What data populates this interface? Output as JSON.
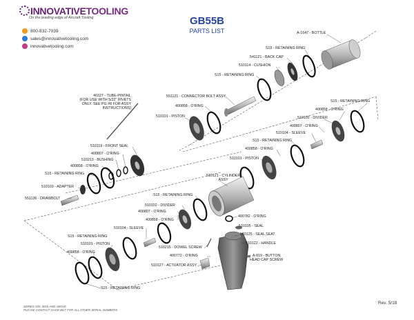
{
  "brand": {
    "name_a": "INNOVATIVE",
    "name_b": "TOOLING",
    "tagline": "On the leading edge of Aircraft Tooling",
    "phone": "800-832-7039",
    "email": "sales@innovativetooling.com",
    "website": "innovativetooling.com",
    "colors": {
      "primary": "#6a1f7a",
      "icon_orange": "#f39a1f",
      "icon_blue": "#2a7bd1",
      "icon_magenta": "#c43c8a"
    }
  },
  "title": "GB55B",
  "subtitle": "PARTS LIST",
  "labels": {
    "bottle": "A-1647 - BOTTLE",
    "rr_top": "S15 - RETAINING RING",
    "back_cap": "541121 - BACK CAP",
    "cushion": "510114 - CUSHION",
    "rr_2": "S15 - RETAINING RING",
    "connector_bolt": "551121 - CONNECTOR BOLT ASSY",
    "oring_1": "400858 - O'RING",
    "piston_1": "510101 - PISTON",
    "tube_pintail": "40327 - TUBE-PINTAIL",
    "tube_note1": "(FOR USE WITH 5/32\" RIVETS",
    "tube_note2": "ONLY. SEE PG #8 FOR ASSY",
    "tube_note3": "INSTRUCTIONS)",
    "rr_right": "S15 - RETAINING RING",
    "oring_r1": "400858 - O'RING",
    "divider_r": "510102 - DIVIDER",
    "oring_r2": "400807 - O'RING",
    "sleeve_r": "510104 - SLEEVE",
    "rr_mid": "S15 - RETAINING RING",
    "oring_m": "400858 - O'RING",
    "piston_m": "510101 - PISTON",
    "front_seal": "510119 - FRONT SEAL",
    "oring_f1": "400807 - O'RING",
    "bushing": "510213 - BUSHING",
    "oring_f2": "400858 - O'RING",
    "rr_f": "S15 - RETAINING RING",
    "adapter": "510103 - ADAPTER",
    "drawbolt": "551136 - DRAWBOLT",
    "cylinder1": "510121 - CYLINDER",
    "cylinder2": "ASSY",
    "rr_c": "S15 - RETAINING RING",
    "divider_c": "510102 - DIVIDER",
    "oring_c1": "400807 - O'RING",
    "oring_c2": "400858 - O'RING",
    "oring_782": "400782 - O'RING",
    "sleeve_c": "510104 - SLEEVE",
    "seal": "510105 - SEAL",
    "seal_seat": "510125 - SEAL SEAT",
    "handle": "510122 - HANDLE",
    "rr_b": "S15 - RETAINING RING",
    "piston_b": "510101 - PISTON",
    "oring_b": "400858 - O'RING",
    "dowel": "510215 - DOWEL SCREW",
    "oring_772": "400772 - O'RING",
    "button1": "A-819 - BUTTON",
    "button2": "HEAD CAP SCREW",
    "actuator": "510127 - ACTUATOR ASSY",
    "rr_bottom": "S15 - RETAINING RING"
  },
  "footer": {
    "note1": "SERIES S/N: 3016 AND ABOVE",
    "note2": "PLEASE CONTACT GAGE BILT FOR ALL OTHER SERIAL NUMBERS",
    "revision": "Rev. 5/18"
  }
}
